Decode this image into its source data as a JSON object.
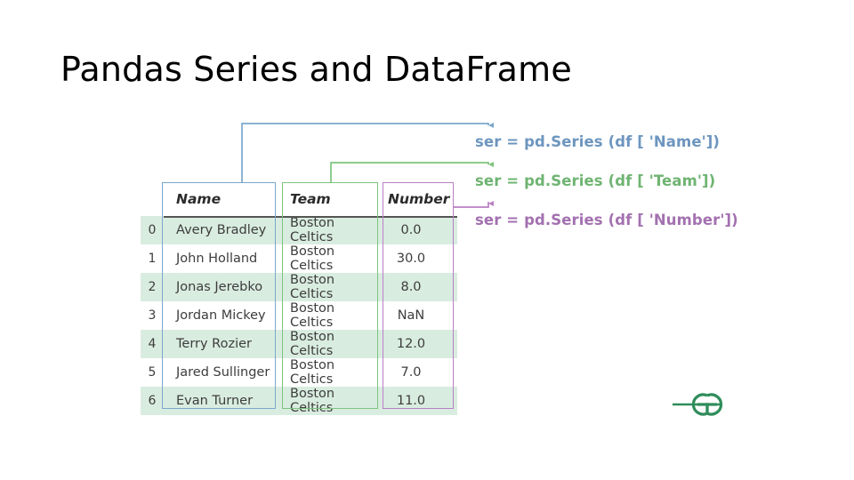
{
  "slide": {
    "title": "Pandas Series and DataFrame",
    "background": "#ffffff"
  },
  "dataframe": {
    "index_header": "",
    "columns": [
      "Name",
      "Team",
      "Number"
    ],
    "index": [
      "0",
      "1",
      "2",
      "3",
      "4",
      "5",
      "6"
    ],
    "rows": [
      {
        "index": "0",
        "Name": "Avery Bradley",
        "Team": "Boston Celtics",
        "Number": "0.0"
      },
      {
        "index": "1",
        "Name": "John Holland",
        "Team": "Boston Celtics",
        "Number": "30.0"
      },
      {
        "index": "2",
        "Name": "Jonas Jerebko",
        "Team": "Boston Celtics",
        "Number": "8.0"
      },
      {
        "index": "3",
        "Name": "Jordan Mickey",
        "Team": "Boston Celtics",
        "Number": "NaN"
      },
      {
        "index": "4",
        "Name": "Terry Rozier",
        "Team": "Boston Celtics",
        "Number": "12.0"
      },
      {
        "index": "5",
        "Name": "Jared Sullinger",
        "Team": "Boston Celtics",
        "Number": "7.0"
      },
      {
        "index": "6",
        "Name": "Evan Turner",
        "Team": "Boston Celtics",
        "Number": "11.0"
      }
    ],
    "stripe_color": "#d9ece0",
    "header_rule_color": "#555555"
  },
  "annotations": [
    {
      "id": "name",
      "code": "ser = pd.Series (df [ 'Name'])",
      "color": "#6d96bf",
      "box_color": "#7ba7cd",
      "target_column": "Name"
    },
    {
      "id": "team",
      "code": "ser = pd.Series (df [ 'Team'])",
      "color": "#6fb472",
      "box_color": "#7dc47d",
      "target_column": "Team"
    },
    {
      "id": "number",
      "code": "ser = pd.Series (df [ 'Number'])",
      "color": "#a371b0",
      "box_color": "#b97fc4",
      "target_column": "Number"
    }
  ],
  "logo": {
    "name": "geeksforgeeks-logo",
    "text": "GG",
    "color": "#2f8d5b"
  }
}
